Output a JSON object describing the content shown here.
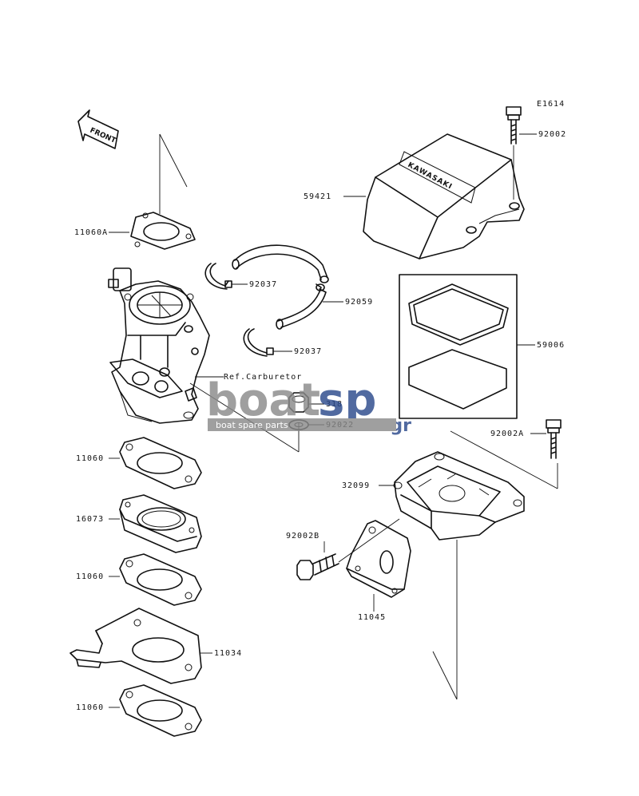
{
  "diagram": {
    "code": "E1614",
    "front_arrow_label": "FRONT",
    "cover_logo": "KAWASAKI",
    "ref_note": "Ref.Carburetor",
    "parts": {
      "p92002": "92002",
      "p59421": "59421",
      "p11060A": "11060A",
      "p92037a": "92037",
      "p92059": "92059",
      "p92037b": "92037",
      "p59006": "59006",
      "p318": "318",
      "p92022": "92022",
      "p92002A": "92002A",
      "p11060a": "11060",
      "p32099": "32099",
      "p16073": "16073",
      "p92002B": "92002B",
      "p11060b": "11060",
      "p11045": "11045",
      "p11034": "11034",
      "p11060c": "11060"
    }
  },
  "watermark": {
    "brand_left": "boat",
    "brand_right": "sp",
    "suffix": ".gr",
    "tagline": "boat spare parts"
  },
  "colors": {
    "line": "#111111",
    "watermark_gray": "#8a8a8a",
    "watermark_blue": "#2b4a8c"
  }
}
